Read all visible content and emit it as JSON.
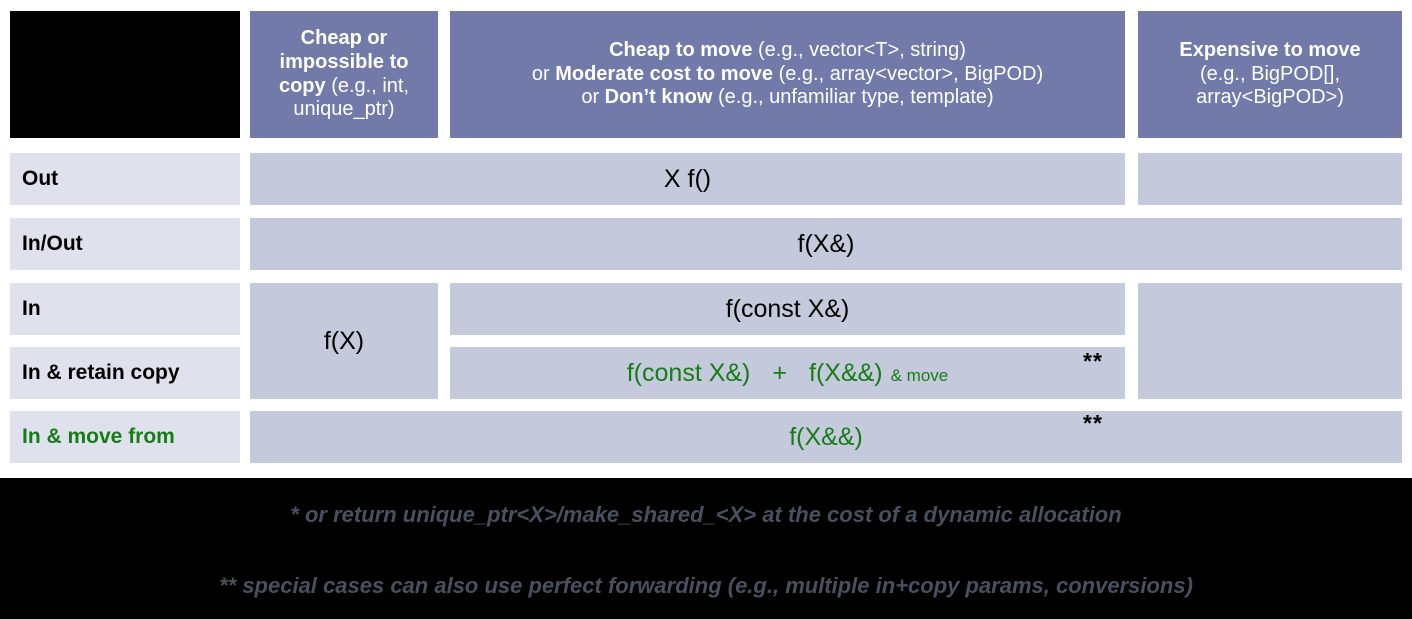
{
  "title": "C++ parameter passing guidance table",
  "colors": {
    "header_blue": "#717aa8",
    "cell_lavender": "#c5c9dc",
    "row_label_bg": "#dfe2ec",
    "green": "#177c17",
    "footnote_gray": "#4a4f5e",
    "black": "#000000",
    "white": "#ffffff"
  },
  "header": {
    "corner": "",
    "col_cheap_copy": {
      "bold1": "Cheap or impossible to copy",
      "rest1": " (e.g., int, unique_ptr)"
    },
    "col_cheap_move": {
      "line1_bold": "Cheap to move",
      "line1_rest": " (e.g., vector<T>, string)",
      "line2_lead": "or ",
      "line2_bold": "Moderate cost to move",
      "line2_rest": " (e.g., array<vector>, BigPOD)",
      "line3_lead": "or ",
      "line3_bold": "Don’t know",
      "line3_rest": " (e.g., unfamiliar type, template)"
    },
    "col_expensive": {
      "bold1": "Expensive to move",
      "rest1": " (e.g., BigPOD[], array<BigPOD>)",
      "line2": "(e.g., BigPOD[],",
      "line3": "array<BigPOD>)"
    }
  },
  "rows": [
    {
      "label": "Out",
      "label_green": false
    },
    {
      "label": "In/Out",
      "label_green": false
    },
    {
      "label": "In",
      "label_green": false
    },
    {
      "label": "In & retain copy",
      "label_green": false
    },
    {
      "label": "In & move from",
      "label_green": true
    }
  ],
  "cells": {
    "out_main": "X f()",
    "inout_main": "f(X&)",
    "in_cheapcopy": "f(X)",
    "in_main": "f(const X&)",
    "retain_part1": "f(const X&)",
    "retain_plus": "+",
    "retain_part2": "f(X&&)",
    "retain_part3": "& move",
    "movefrom_main": "f(X&&)",
    "mark_retain": "**",
    "mark_movefrom": "**"
  },
  "footnotes": {
    "one": "* or return unique_ptr<X>/make_shared_<X> at the cost of a dynamic allocation",
    "two": "** special cases can also use perfect forwarding (e.g., multiple in+copy params, conversions)"
  }
}
